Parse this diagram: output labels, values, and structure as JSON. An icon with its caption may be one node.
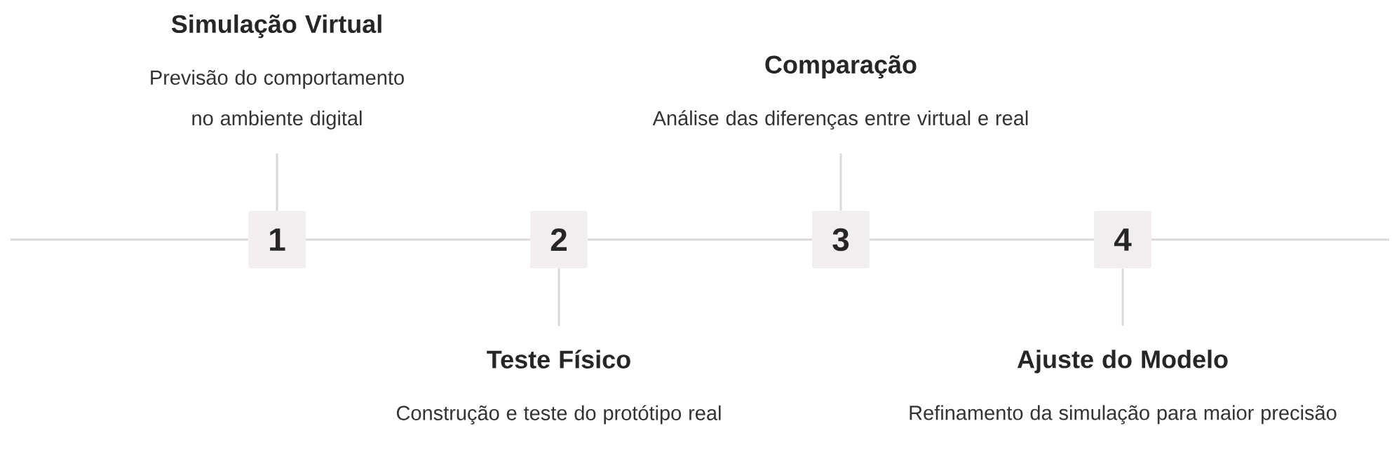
{
  "diagram": {
    "nodes": [
      {
        "text": [
          "1"
        ]
      },
      {
        "text": [
          "2"
        ]
      },
      {
        "text": [
          "3"
        ]
      },
      {
        "text": [
          "4"
        ]
      },
      {
        "text": [
          "Simulação Virtual",
          "Previsão do comportamento no ambiente digital"
        ]
      },
      {
        "text": [
          "Teste Físico",
          "Construção e teste do protótipo real"
        ]
      },
      {
        "text": [
          "Comparação",
          "Análise das diferenças entre virtual e real"
        ]
      },
      {
        "text": [
          "Ajuste do Modelo",
          "Refinamento da simulação para maior precisão"
        ]
      }
    ],
    "edges": [
      {
        "from": null,
        "to": 0,
        "arrow": "none"
      },
      {
        "from": 0,
        "to": 1,
        "arrow": "none"
      },
      {
        "from": 1,
        "to": 2,
        "arrow": "none"
      },
      {
        "from": 2,
        "to": 3,
        "arrow": "none"
      },
      {
        "from": 3,
        "to": null,
        "arrow": "none"
      },
      {
        "from": 0,
        "to": 4,
        "arrow": "none"
      },
      {
        "from": 1,
        "to": 5,
        "arrow": "none"
      },
      {
        "from": 2,
        "to": 6,
        "arrow": "none"
      },
      {
        "from": 3,
        "to": 7,
        "arrow": "none"
      }
    ]
  }
}
